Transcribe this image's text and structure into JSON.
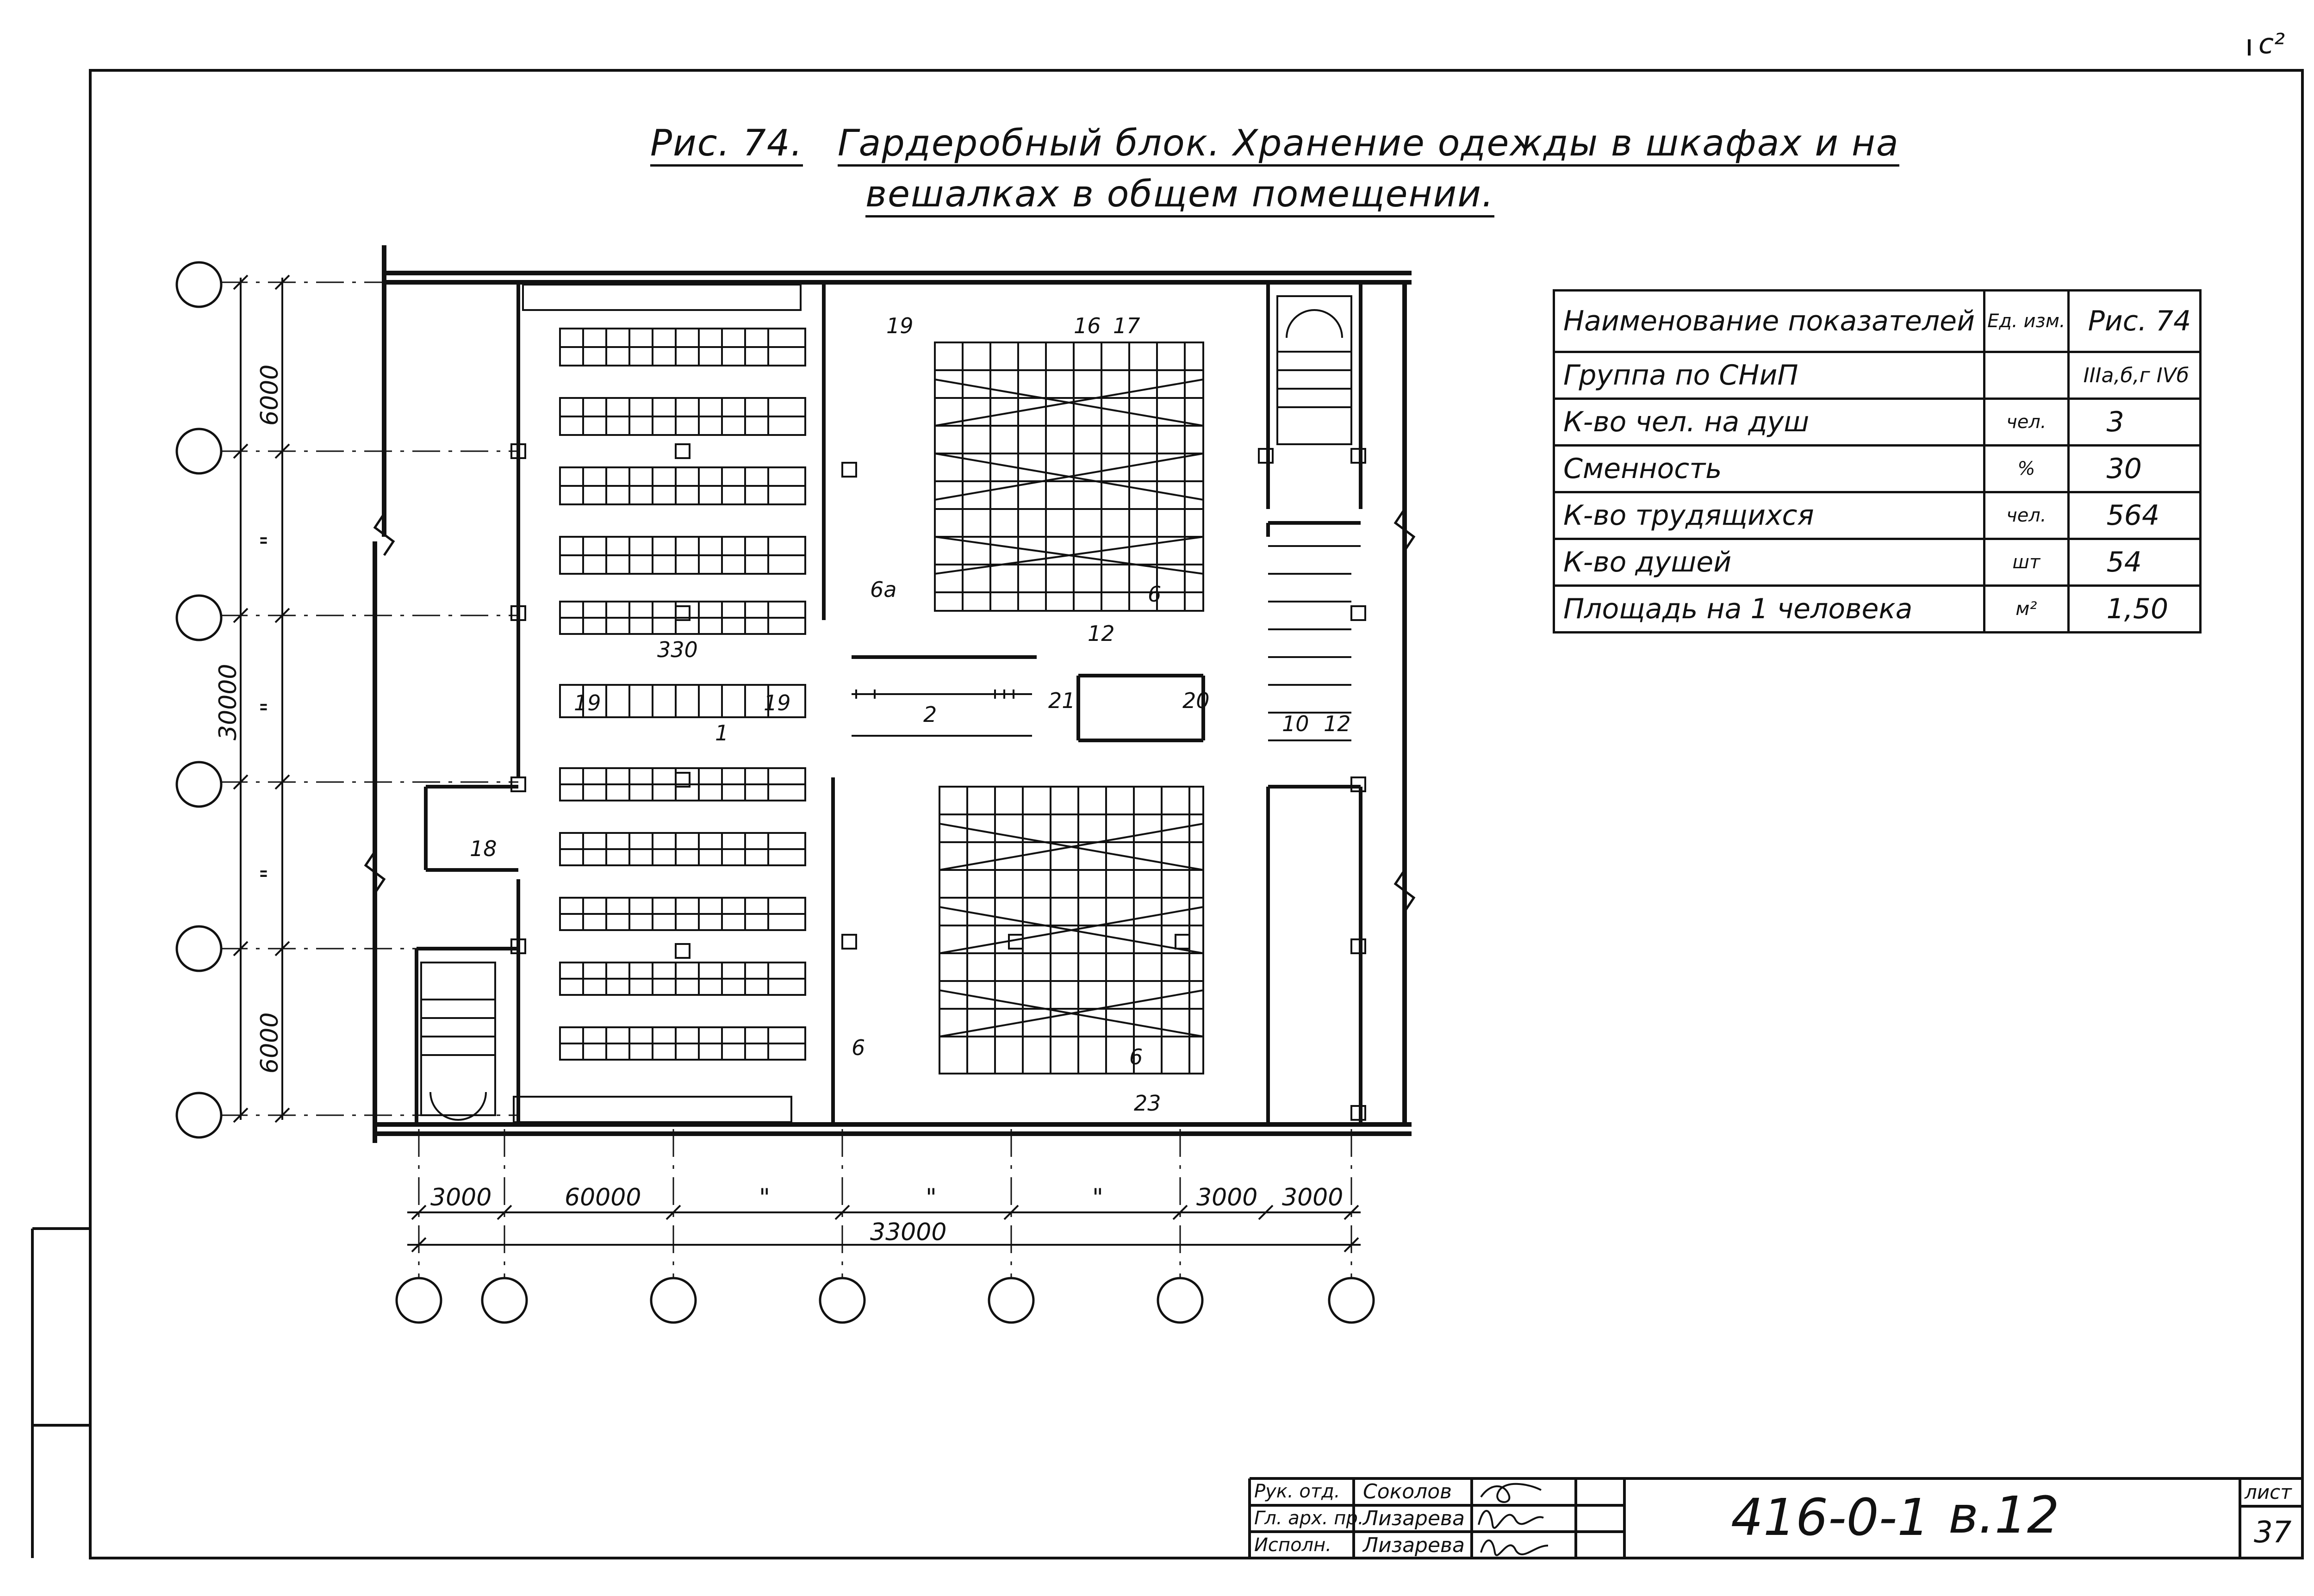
{
  "corner_mark": "с²",
  "title": {
    "fig_label": "Рис. 74.",
    "line1": "Гардеробный блок. Хранение одежды в шкафах и на",
    "line2": "вешалках в общем помещении."
  },
  "plan": {
    "dims_left": [
      "6000",
      "\"",
      "\"",
      "\"",
      "6000"
    ],
    "dim_left_total": "30000",
    "dims_bottom": [
      "3000",
      "60000",
      "\"",
      "\"",
      "\"",
      "3000",
      "3000"
    ],
    "dim_bottom_total": "33000",
    "room_labels": [
      "1",
      "2",
      "6",
      "6а",
      "6",
      "6",
      "10",
      "12",
      "12",
      "16",
      "17",
      "18",
      "19",
      "19",
      "19",
      "20",
      "21",
      "23",
      "330"
    ]
  },
  "indicators": {
    "header": [
      "Наименование показателей",
      "Ед. изм.",
      "Рис. 74"
    ],
    "rows": [
      {
        "name": "Группа по СНиП",
        "unit": "",
        "value": "IIIа,б,г IVб"
      },
      {
        "name": "К-во чел. на душ",
        "unit": "чел.",
        "value": "3"
      },
      {
        "name": "Сменность",
        "unit": "%",
        "value": "30"
      },
      {
        "name": "К-во трудящихся",
        "unit": "чел.",
        "value": "564"
      },
      {
        "name": "К-во душей",
        "unit": "шт",
        "value": "54"
      },
      {
        "name": "Площадь на 1 человека",
        "unit": "м²",
        "value": "1,50"
      }
    ]
  },
  "stamp": {
    "rows": [
      {
        "role": "Рук. отд.",
        "name": "Соколов"
      },
      {
        "role": "Гл. арх. пр.",
        "name": "Лизарева"
      },
      {
        "role": "Исполн.",
        "name": "Лизарева"
      }
    ],
    "code": "416-0-1",
    "volume": "в.12",
    "sheet_label": "лист",
    "sheet_number": "37"
  }
}
